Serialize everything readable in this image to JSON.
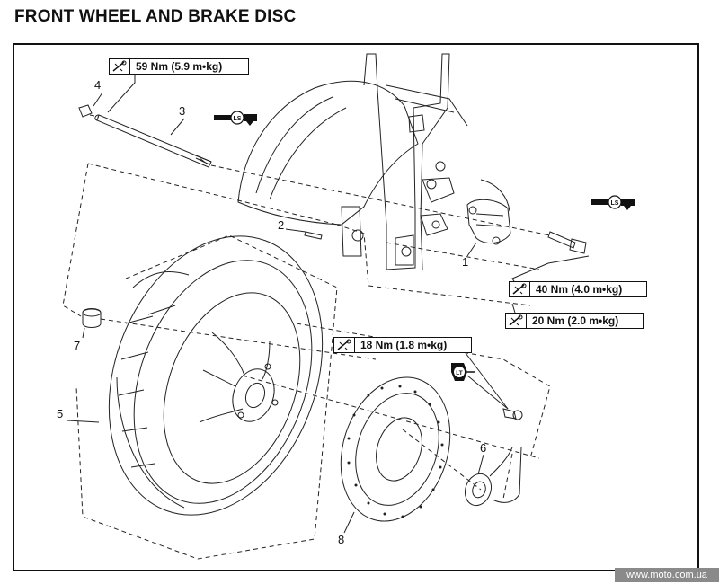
{
  "page": {
    "title": "FRONT WHEEL AND BRAKE DISC"
  },
  "torque_specs": [
    {
      "value": "59 Nm (5.9 m•kg)"
    },
    {
      "value": "40 Nm (4.0 m•kg)"
    },
    {
      "value": "20 Nm (2.0 m•kg)"
    },
    {
      "value": "18 Nm (1.8 m•kg)"
    }
  ],
  "callouts": [
    "1",
    "2",
    "3",
    "4",
    "5",
    "6",
    "7",
    "8"
  ],
  "lubricant_icons": [
    "LS",
    "LS",
    "LT"
  ],
  "watermark": "www.moto.com.ua",
  "icons": {
    "torque": "torque-wrench-icon",
    "grease": "grease-gun-icon",
    "threadlock": "locking-agent-icon"
  }
}
